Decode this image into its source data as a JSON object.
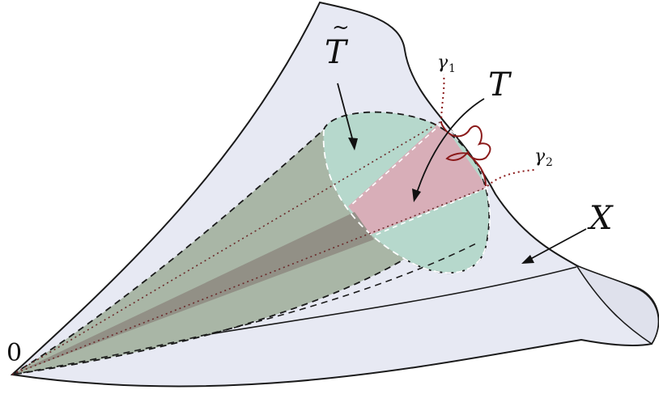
{
  "labels": {
    "t_tilde": "T",
    "t_tilde_accent": "~",
    "t": "T",
    "x": "X",
    "origin": "0",
    "gamma1_base": "γ",
    "gamma1_sub": "1",
    "gamma2_base": "γ",
    "gamma2_sub": "2"
  },
  "colors": {
    "surface_fill": "#e7e9f3",
    "cap_fill": "#e1e3ee",
    "cone_fill": "#a9b6a6",
    "inner_cone_fill": "#8e8a80",
    "disc_green": "#b6d8cc",
    "band_pink": "#d8aeb8",
    "curve_red": "#8b1a1a",
    "outline": "#1a1a1a"
  }
}
